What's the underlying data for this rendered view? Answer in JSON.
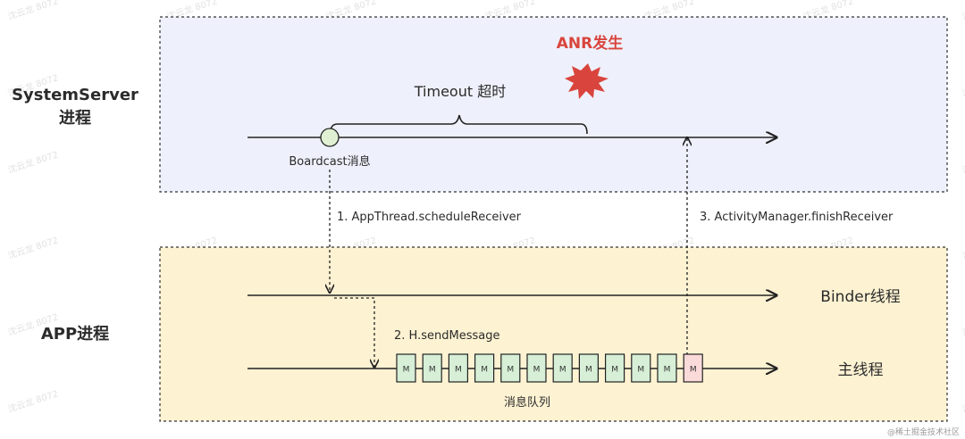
{
  "labels": {
    "system_server": [
      "SystemServer",
      "进程"
    ],
    "app_process": "APP进程",
    "anr": "ANR发生",
    "timeout": "Timeout 超时",
    "broadcast_msg": "Boardcast消息",
    "step1": "1. AppThread.scheduleReceiver",
    "step2": "2. H.sendMessage",
    "step3": "3. ActivityManager.finishReceiver",
    "binder_thread": "Binder线程",
    "main_thread": "主线程",
    "message_queue": "消息队列",
    "queue_item": "M",
    "watermark": "沈云龙 8072",
    "footer_watermark": "@稀土掘金技术社区"
  },
  "queue_count": 12,
  "colors": {
    "system_bg": "#eef1fb",
    "app_bg": "#fdf2d2",
    "anr_red": "#d9453d",
    "broadcast_circle": "#dff0d3",
    "queue_green": "#d6efd6",
    "queue_pink": "#fbdada",
    "line": "#222222"
  }
}
